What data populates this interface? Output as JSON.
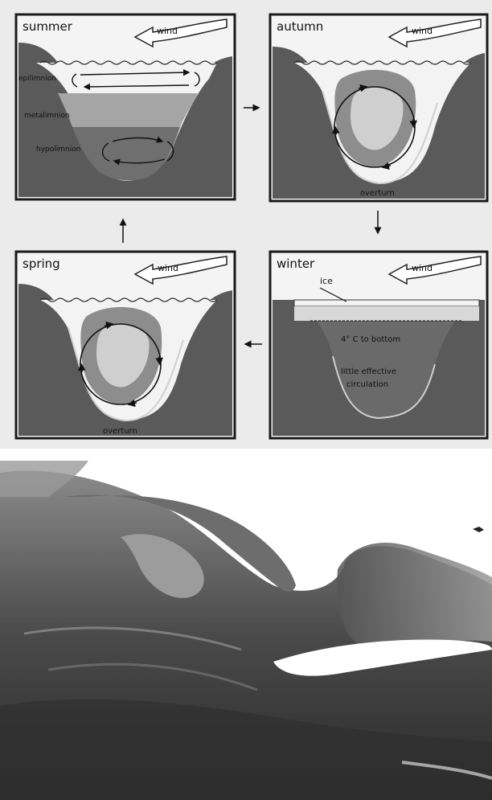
{
  "panels": {
    "summer": {
      "season": "summer",
      "wind": "wind",
      "layers": [
        "epilimnion",
        "metalimnion",
        "hypolimnion"
      ]
    },
    "autumn": {
      "season": "autumn",
      "wind": "wind",
      "caption": "overturn"
    },
    "winter": {
      "season": "winter",
      "wind": "wind",
      "ice": "ice",
      "note1": "4° C to bottom",
      "note2a": "little effective",
      "note2b": "circulation"
    },
    "spring": {
      "season": "spring",
      "wind": "wind",
      "caption": "overturn"
    }
  },
  "colors": {
    "frame": "#1a1a1a",
    "land": "#5a5a5a",
    "water_light": "#f2f2f2",
    "metalimnion": "#9a9a9a",
    "hypolimnion": "#6e6e6e",
    "winter_water": "#6a6a6a"
  }
}
